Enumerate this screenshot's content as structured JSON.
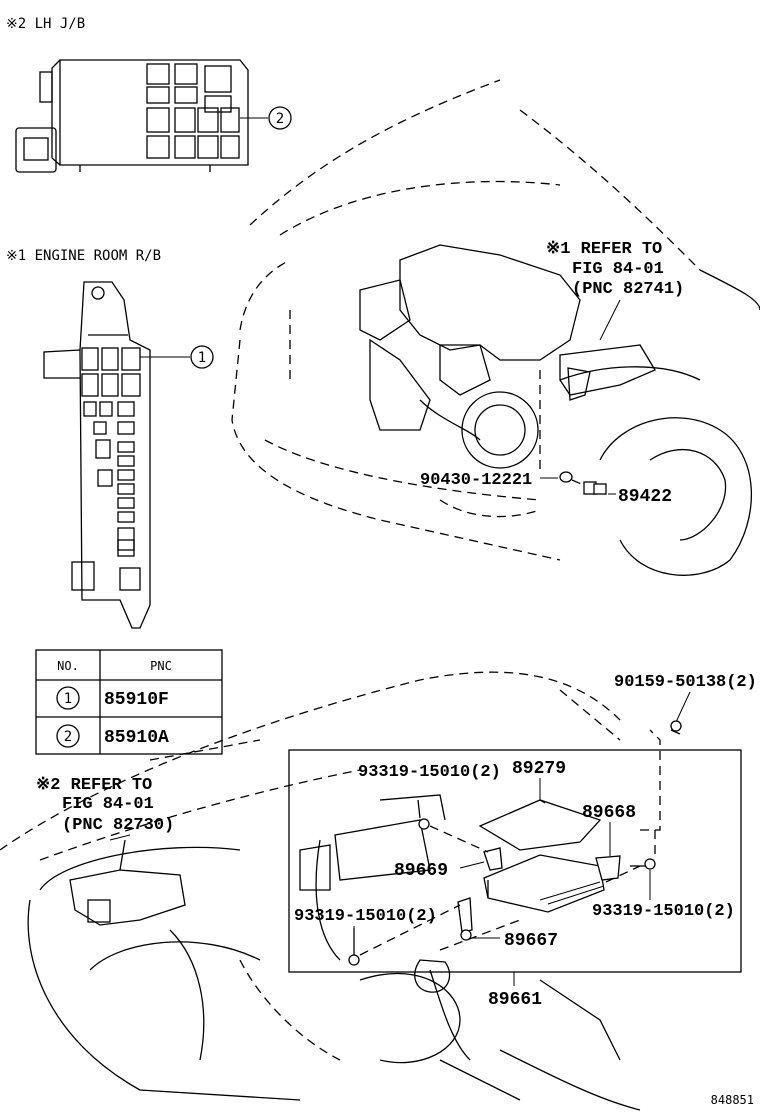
{
  "boxes": {
    "lh_jb_label": "※2 LH J/B",
    "engine_rb_label": "※1 ENGINE ROOM R/B"
  },
  "refer_84_01_engine": {
    "line1": "※1 REFER TO",
    "line2": "FIG 84-01",
    "line3": "(PNC 82741)"
  },
  "refer_84_01_dash": {
    "line1": "※2 REFER TO",
    "line2": "FIG 84-01",
    "line3": "(PNC 82730)"
  },
  "table": {
    "headers": [
      "NO.",
      "PNC"
    ],
    "rows": [
      {
        "no": "1",
        "pnc": "85910F"
      },
      {
        "no": "2",
        "pnc": "85910A"
      }
    ]
  },
  "callouts": {
    "c1": "1",
    "c2": "2"
  },
  "parts": {
    "p90430": "90430-12221",
    "p89422": "89422",
    "p90159": "90159-50138(2)",
    "p93319_top": "93319-15010(2)",
    "p89279": "89279",
    "p89668": "89668",
    "p89669": "89669",
    "p93319_left": "93319-15010(2)",
    "p93319_right": "93319-15010(2)",
    "p89667": "89667",
    "p89661": "89661"
  },
  "figure_id": "848851"
}
